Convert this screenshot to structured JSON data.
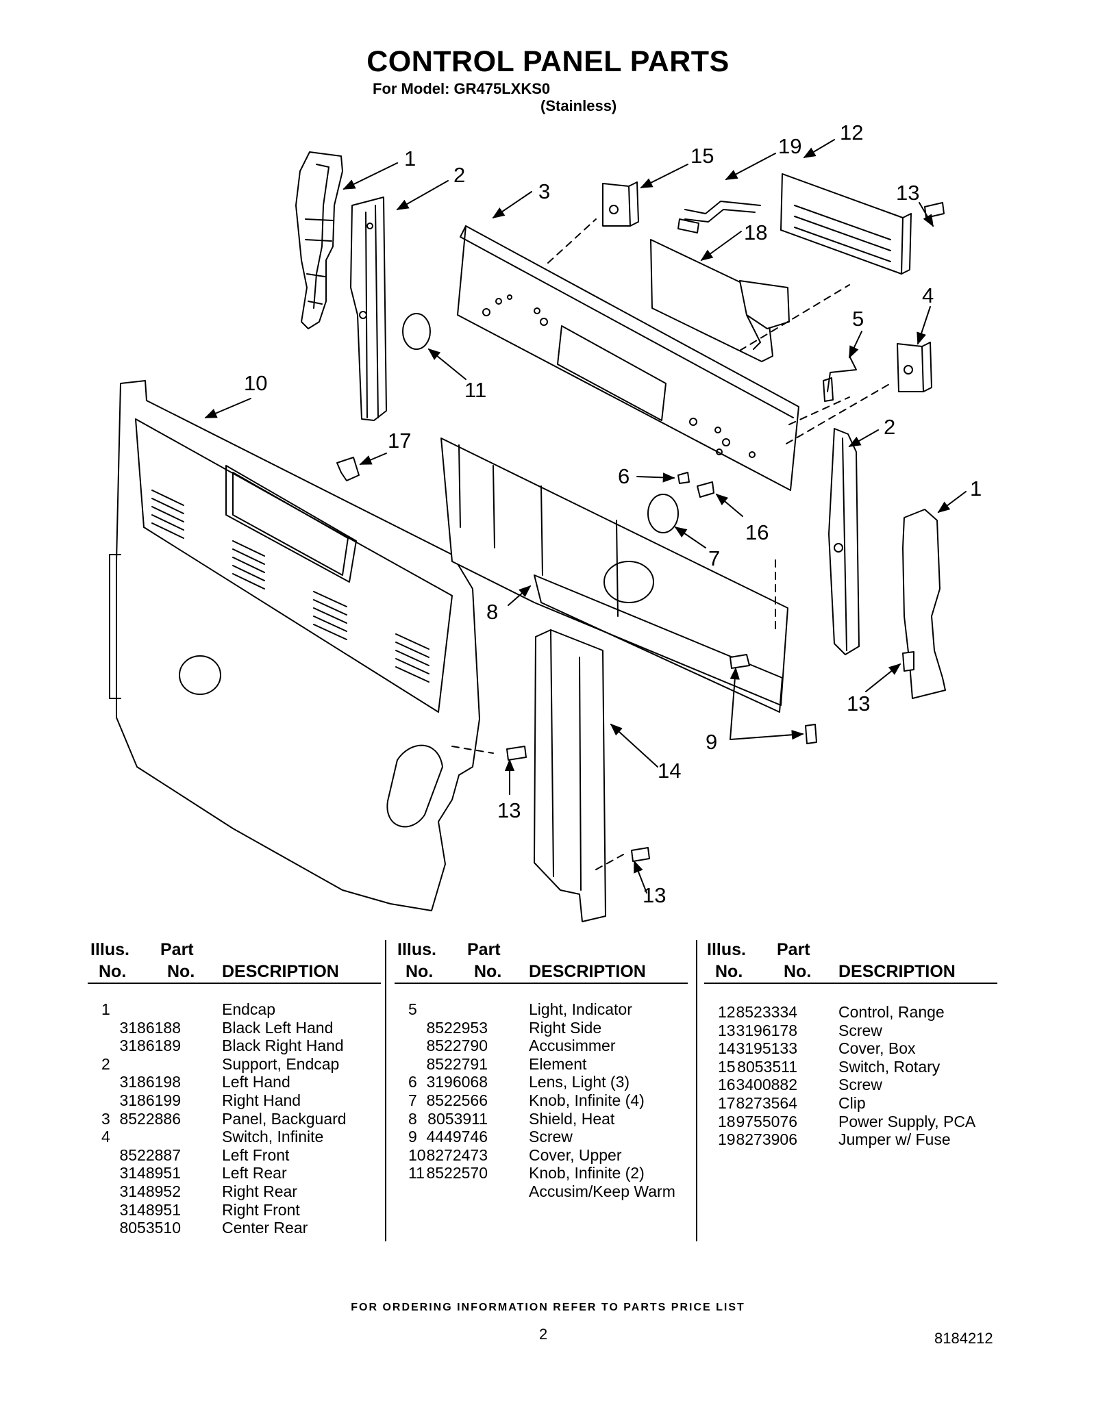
{
  "title": "CONTROL PANEL PARTS",
  "model_line": "For Model: GR475LXKS0",
  "finish_line": "(Stainless)",
  "callouts": [
    "1",
    "2",
    "3",
    "15",
    "19",
    "12",
    "13",
    "18",
    "4",
    "5",
    "11",
    "10",
    "17",
    "2",
    "6",
    "1",
    "16",
    "7",
    "8",
    "13",
    "9",
    "14",
    "13",
    "13"
  ],
  "table": {
    "headers": {
      "illus": "Illus.",
      "no": "No.",
      "part": "Part",
      "part_no": "No.",
      "desc": "DESCRIPTION"
    },
    "columns": [
      {
        "rows": [
          {
            "illus": "1",
            "part": "",
            "desc": "Endcap"
          },
          {
            "illus": "",
            "part": "3186188",
            "desc": "Black Left Hand"
          },
          {
            "illus": "",
            "part": "3186189",
            "desc": "Black Right Hand"
          },
          {
            "illus": "2",
            "part": "",
            "desc": "Support, Endcap"
          },
          {
            "illus": "",
            "part": "3186198",
            "desc": "Left Hand"
          },
          {
            "illus": "",
            "part": "3186199",
            "desc": "Right Hand"
          },
          {
            "illus": "3",
            "part": "8522886",
            "desc": "Panel, Backguard"
          },
          {
            "illus": "4",
            "part": "",
            "desc": "Switch, Infinite"
          },
          {
            "illus": "",
            "part": "8522887",
            "desc": "Left Front"
          },
          {
            "illus": "",
            "part": "3148951",
            "desc": "Left Rear"
          },
          {
            "illus": "",
            "part": "3148952",
            "desc": "Right Rear"
          },
          {
            "illus": "",
            "part": "3148951",
            "desc": "Right Front"
          },
          {
            "illus": "",
            "part": "8053510",
            "desc": "Center Rear"
          }
        ]
      },
      {
        "rows": [
          {
            "illus": "5",
            "part": "",
            "desc": "Light, Indicator"
          },
          {
            "illus": "",
            "part": "8522953",
            "desc": "Right Side"
          },
          {
            "illus": "",
            "part": "8522790",
            "desc": "Accusimmer"
          },
          {
            "illus": "",
            "part": "8522791",
            "desc": "Element"
          },
          {
            "illus": "6",
            "part": "3196068",
            "desc": "Lens, Light (3)"
          },
          {
            "illus": "7",
            "part": "8522566",
            "desc": "Knob, Infinite (4)"
          },
          {
            "illus": "8",
            "part": "8053911",
            "desc": "Shield, Heat"
          },
          {
            "illus": "9",
            "part": "4449746",
            "desc": "Screw"
          },
          {
            "illus": "10",
            "part": "8272473",
            "desc": "Cover, Upper"
          },
          {
            "illus": "11",
            "part": "8522570",
            "desc": "Knob, Infinite (2)"
          },
          {
            "illus": "",
            "part": "",
            "desc": "Accusim/Keep Warm"
          }
        ]
      },
      {
        "rows": [
          {
            "illus": "12",
            "part": "8523334",
            "desc": "Control, Range"
          },
          {
            "illus": "13",
            "part": "3196178",
            "desc": "Screw"
          },
          {
            "illus": "14",
            "part": "3195133",
            "desc": "Cover, Box"
          },
          {
            "illus": "15",
            "part": "8053511",
            "desc": "Switch, Rotary"
          },
          {
            "illus": "16",
            "part": "3400882",
            "desc": "Screw"
          },
          {
            "illus": "17",
            "part": "8273564",
            "desc": "Clip"
          },
          {
            "illus": "18",
            "part": "9755076",
            "desc": "Power Supply, PCA"
          },
          {
            "illus": "19",
            "part": "8273906",
            "desc": "Jumper w/ Fuse"
          }
        ]
      }
    ]
  },
  "footer": "FOR ORDERING INFORMATION REFER TO PARTS PRICE LIST",
  "page_number": "2",
  "doc_number": "8184212"
}
